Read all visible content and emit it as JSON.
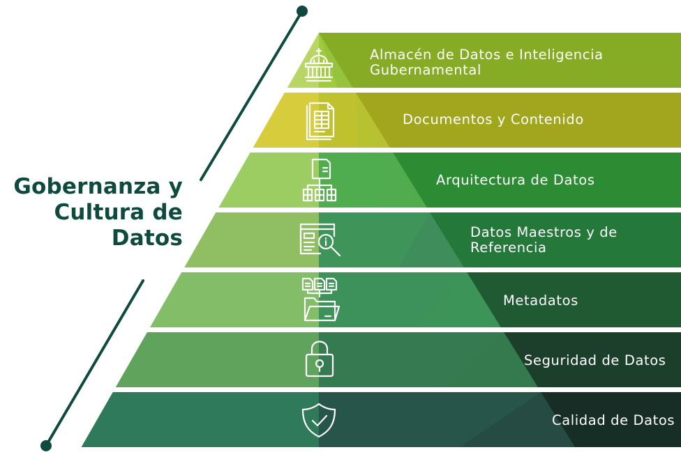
{
  "title_lines": [
    "Gobernanza y",
    "Cultura de",
    "Datos"
  ],
  "layers": [
    {
      "label_lines": [
        "Almacén de Datos e Inteligencia",
        "Gubernamental"
      ],
      "icon": "government-building-icon"
    },
    {
      "label_lines": [
        "Documentos y Contenido"
      ],
      "icon": "document-table-icon"
    },
    {
      "label_lines": [
        "Arquitectura de Datos"
      ],
      "icon": "data-architecture-hierarchy-icon"
    },
    {
      "label_lines": [
        "Datos Maestros y de",
        "Referencia"
      ],
      "icon": "info-search-window-icon"
    },
    {
      "label_lines": [
        "Metadatos"
      ],
      "icon": "files-folder-icon"
    },
    {
      "label_lines": [
        "Seguridad de Datos"
      ],
      "icon": "padlock-icon"
    },
    {
      "label_lines": [
        "Calidad de Datos"
      ],
      "icon": "shield-check-icon"
    }
  ],
  "colors": {
    "title": "#0f4a3f",
    "timeline_line": "#0f4a3f",
    "band_right": [
      "#86ac26",
      "#a1a61d",
      "#2c8c33",
      "#247839",
      "#1f5a33",
      "#1c3f2c",
      "#172e26"
    ],
    "mid_light": [
      "#a9d137",
      "#c7c12a",
      "#4fae4e",
      "#3f9a5a",
      "#3c8f58",
      "#377a52",
      "#2c5f4e"
    ],
    "mid_dark": [
      "#95c33e",
      "#b7c232",
      "#50ac4c",
      "#3f8d5a",
      "#3c9459",
      "#337a4f",
      "#254b43"
    ],
    "left_face": [
      "#b9d664",
      "#d7cc3b",
      "#9ccd63",
      "#8fbe63",
      "#82bd67",
      "#5fa35d",
      "#2f7a5a"
    ]
  }
}
